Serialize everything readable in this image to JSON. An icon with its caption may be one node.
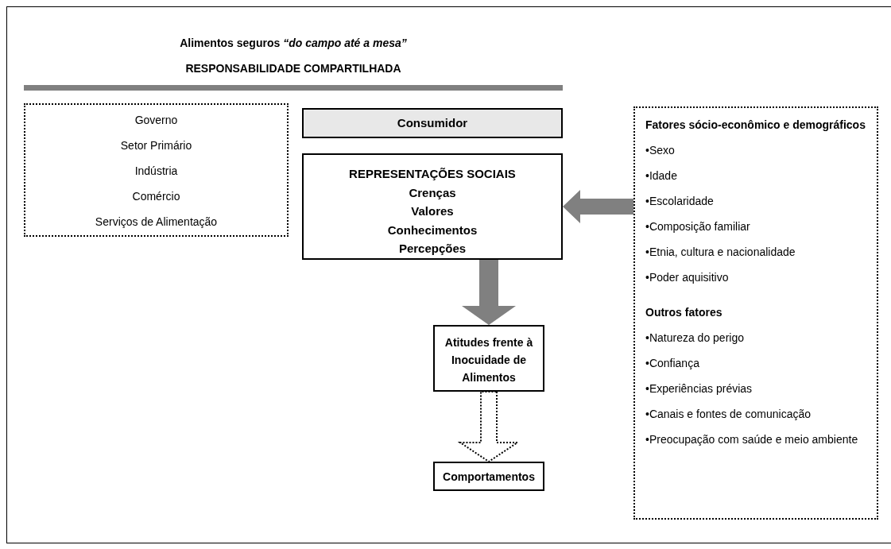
{
  "diagram": {
    "title": "Alimentos seguros *“do campo até a mesa”*",
    "nodes": [
      {
        "text": [
          "Governo",
          "Setor Primário",
          "Indústria",
          "Comércio",
          "Serviços de Alimentação"
        ]
      },
      {
        "text": [
          "Consumidor"
        ]
      },
      {
        "text": [
          "REPRESENTAÇÕES SOCIAIS",
          "Crenças",
          "Valores",
          "Conhecimentos",
          "Percepções"
        ]
      },
      {
        "text": [
          "Atitudes frente à Inocuidade de Alimentos"
        ]
      },
      {
        "text": [
          "Comportamentos"
        ]
      },
      {
        "text": [
          "Fatores sócio-econômico e demográficos",
          "•Sexo",
          "•Idade",
          "•Escolaridade",
          "•Composição familiar",
          "•Etnia, cultura e nacionalidade",
          "•Poder aquisitivo",
          "Outros fatores",
          "•Natureza do perigo",
          "•Confiança",
          "•Experiências prévias",
          "•Canais e fontes de comunicação",
          "•Preocupação com saúde e meio ambiente"
        ]
      }
    ],
    "edges": [
      {
        "from": 5,
        "to": 2,
        "arrow": "to",
        "style": "thick"
      },
      {
        "from": 2,
        "to": 3,
        "arrow": "to",
        "style": "thick"
      },
      {
        "from": 3,
        "to": 4,
        "arrow": "to",
        "style": "dashed"
      }
    ],
    "labels": [
      "RESPONSABILIDADE COMPARTILHADA"
    ]
  }
}
